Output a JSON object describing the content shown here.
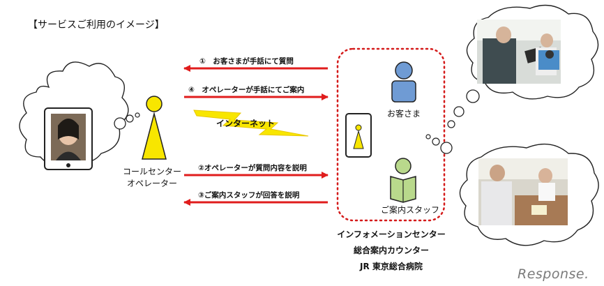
{
  "title": "【サービスご利用のイメージ】",
  "arrows": [
    {
      "label": "①　お客さまが手話にて質問"
    },
    {
      "label": "④　オペレーターが手話にてご案内"
    },
    {
      "label": "②オペレーターが質問内容を説明"
    },
    {
      "label": "③ご案内スタッフが回答を説明"
    }
  ],
  "internet_label": "インターネット",
  "operator_label": [
    "コールセンター",
    "オペレーター"
  ],
  "customer_label": "お客さま",
  "staff_label": "ご案内スタッフ",
  "location_lines": [
    "インフォメーションセンター",
    "総合案内カウンター",
    "JR 東京総合病院"
  ],
  "brand": "Response."
}
